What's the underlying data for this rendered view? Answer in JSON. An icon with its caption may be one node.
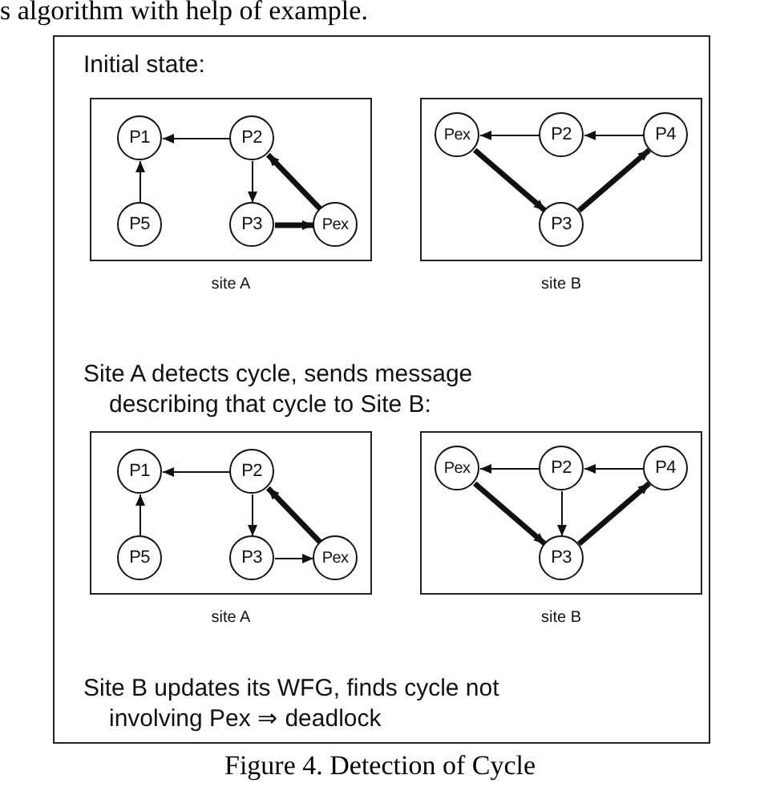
{
  "diagram": {
    "caption": "Figure 4.  Detection of Cycle",
    "nodes": [
      {
        "text": [
          "Initial state:",
          "Site A detects cycle, sends message describing that cycle to Site B:",
          "Site B updates its WFG, finds cycle not involving Pex ⇒ deadlock"
        ]
      },
      {
        "text": [],
        "shape": "box",
        "in": 0,
        "beside": [
          "site A"
        ]
      },
      {
        "text": [
          "P1"
        ],
        "in": 1
      },
      {
        "text": [
          "P2"
        ],
        "in": 1
      },
      {
        "text": [
          "P5"
        ],
        "in": 1
      },
      {
        "text": [
          "P3"
        ],
        "in": 1
      },
      {
        "text": [
          "Pex"
        ],
        "in": 1
      },
      {
        "text": [],
        "shape": "box",
        "in": 0,
        "beside": [
          "site B"
        ]
      },
      {
        "text": [
          "Pex"
        ],
        "in": 7
      },
      {
        "text": [
          "P2"
        ],
        "in": 7
      },
      {
        "text": [
          "P4"
        ],
        "in": 7
      },
      {
        "text": [
          "P3"
        ],
        "in": 7
      },
      {
        "text": [],
        "shape": "box",
        "in": 0,
        "beside": [
          "site A"
        ]
      },
      {
        "text": [
          "P1"
        ],
        "in": 12
      },
      {
        "text": [
          "P2"
        ],
        "in": 12
      },
      {
        "text": [
          "P5"
        ],
        "in": 12
      },
      {
        "text": [
          "P3"
        ],
        "in": 12
      },
      {
        "text": [
          "Pex"
        ],
        "in": 12
      },
      {
        "text": [],
        "shape": "box",
        "in": 0,
        "beside": [
          "site B"
        ]
      },
      {
        "text": [
          "Pex"
        ],
        "in": 18
      },
      {
        "text": [
          "P2"
        ],
        "in": 18
      },
      {
        "text": [
          "P4"
        ],
        "in": 18
      },
      {
        "text": [
          "P3"
        ],
        "in": 18
      }
    ],
    "edges": [
      {
        "from": 3,
        "to": 2,
        "arrow": "to"
      },
      {
        "from": 4,
        "to": 2,
        "arrow": "to"
      },
      {
        "from": 3,
        "to": 5,
        "arrow": "to"
      },
      {
        "from": 5,
        "to": 6,
        "arrow": "to",
        "style": "thick"
      },
      {
        "from": 6,
        "to": 3,
        "arrow": "to",
        "style": "thick"
      },
      {
        "from": 9,
        "to": 8,
        "arrow": "to"
      },
      {
        "from": 10,
        "to": 9,
        "arrow": "to"
      },
      {
        "from": 8,
        "to": 11,
        "arrow": "to",
        "style": "thick"
      },
      {
        "from": 11,
        "to": 10,
        "arrow": "to",
        "style": "thick"
      },
      {
        "from": 14,
        "to": 13,
        "arrow": "to"
      },
      {
        "from": 15,
        "to": 13,
        "arrow": "to"
      },
      {
        "from": 14,
        "to": 16,
        "arrow": "to"
      },
      {
        "from": 16,
        "to": 17,
        "arrow": "to"
      },
      {
        "from": 17,
        "to": 14,
        "arrow": "to",
        "style": "thick"
      },
      {
        "from": 20,
        "to": 19,
        "arrow": "to"
      },
      {
        "from": 21,
        "to": 20,
        "arrow": "to"
      },
      {
        "from": 20,
        "to": 22,
        "arrow": "to"
      },
      {
        "from": 19,
        "to": 22,
        "arrow": "to",
        "style": "thick"
      },
      {
        "from": 22,
        "to": 21,
        "arrow": "to",
        "style": "thick"
      }
    ],
    "labels": [
      "s algorithm with help of example."
    ]
  }
}
